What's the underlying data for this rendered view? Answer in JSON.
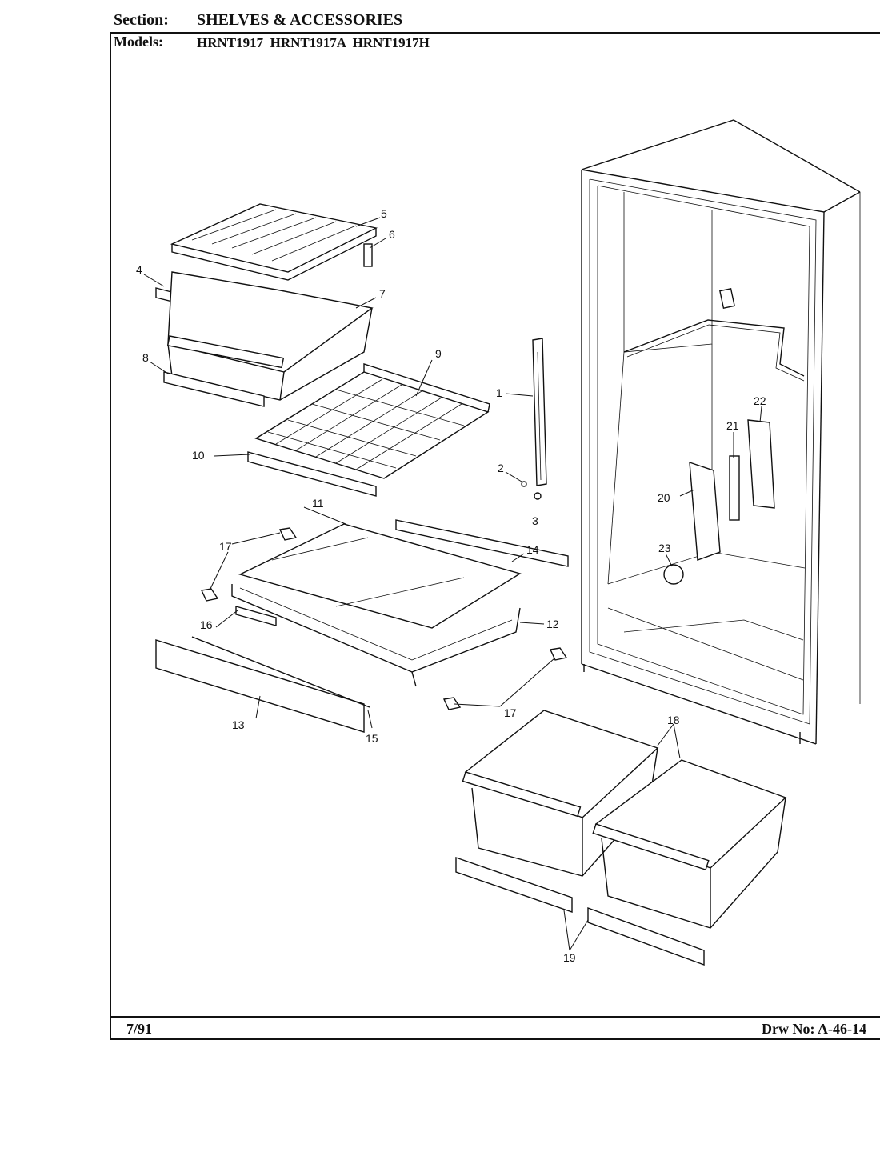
{
  "header": {
    "section_label": "Section:",
    "section_title": "SHELVES & ACCESSORIES",
    "models_label": "Models:",
    "models": "HRNT1917  HRNT1917A  HRNT1917H"
  },
  "footer": {
    "date": "7/91",
    "drawing_no": "Drw No: A-46-14"
  },
  "callouts": {
    "c1": "1",
    "c2": "2",
    "c3": "3",
    "c4": "4",
    "c5": "5",
    "c6": "6",
    "c7": "7",
    "c8": "8",
    "c9": "9",
    "c10": "10",
    "c11": "11",
    "c12": "12",
    "c13": "13",
    "c14": "14",
    "c15": "15",
    "c16": "16",
    "c17a": "17",
    "c17b": "17",
    "c18": "18",
    "c19": "19",
    "c20": "20",
    "c21": "21",
    "c22": "22",
    "c23": "23"
  }
}
